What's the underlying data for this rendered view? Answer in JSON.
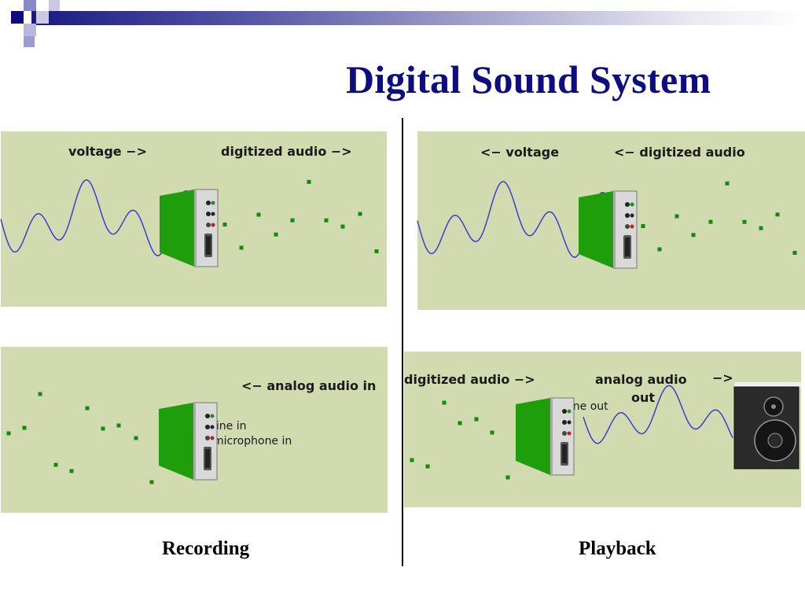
{
  "title": "Digital Sound System",
  "recording": {
    "caption": "Recording",
    "voltage_label": "voltage −>",
    "digitized_label": "digitized audio −>",
    "analog_in_label": "<− analog audio in",
    "line_in": "line in",
    "mic_in": "microphone in"
  },
  "playback": {
    "caption": "Playback",
    "voltage_label": "<− voltage",
    "digitized_label": "<− digitized audio",
    "digitized_out_label": "digitized audio −>",
    "analog_out_line1": "analog audio",
    "analog_out_line2": "out",
    "analog_arrow": "−>",
    "line_out": "line out"
  },
  "colors": {
    "title": "#0d0d80",
    "panel": "#d2dab0",
    "wave": "#3434d6",
    "sample": "#128a12",
    "card": "#1e9e0a"
  },
  "icons": [
    "sound-card-icon",
    "speaker-icon"
  ]
}
